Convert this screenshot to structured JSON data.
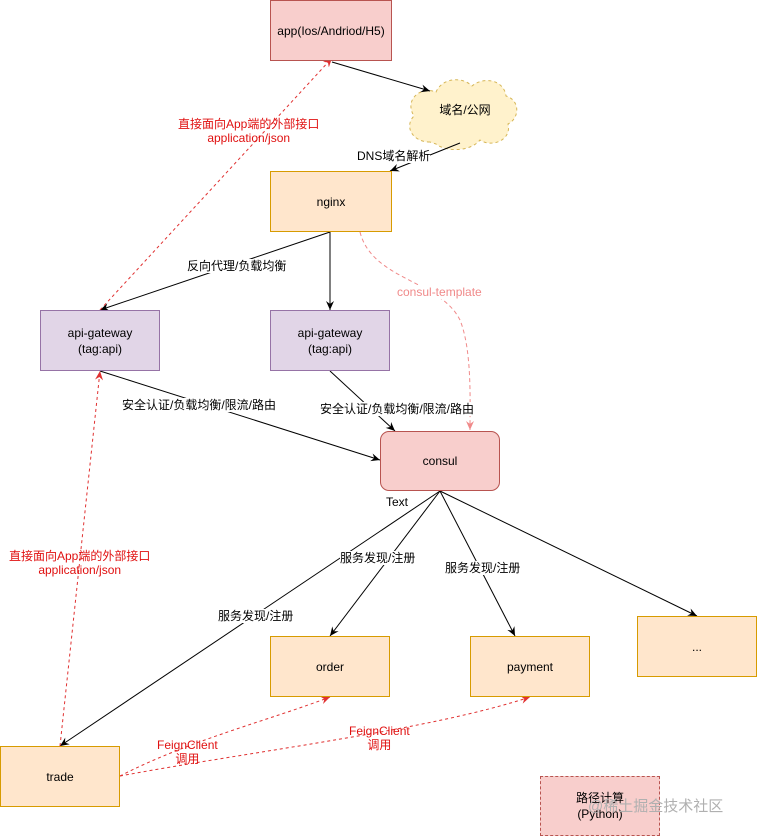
{
  "nodes": {
    "app": "app(Ios/Andriod/H5)",
    "cloud": "域名/公网",
    "nginx": "nginx",
    "gateway1": [
      "api-gateway",
      "(tag:api)"
    ],
    "gateway2": [
      "api-gateway",
      "(tag:api)"
    ],
    "consul": "consul",
    "order": "order",
    "payment": "payment",
    "ellipsis": "...",
    "trade": "trade",
    "route": [
      "路径计算",
      "(Python)"
    ]
  },
  "labels": {
    "dns": "DNS域名解析",
    "reverse_proxy": "反向代理/负载均衡",
    "consul_template": "consul-template",
    "security1": "安全认证/负载均衡/限流/路由",
    "security2": "安全认证/负载均衡/限流/路由",
    "text": "Text",
    "discovery_order": "服务发现/注册",
    "discovery_payment": "服务发现/注册",
    "discovery_trade": "服务发现/注册",
    "app_api_top": [
      "直接面向App端的外部接口",
      "application/json"
    ],
    "app_api_left": [
      "直接面向App端的外部接口",
      "application/json"
    ],
    "feign1": [
      "FeignClient",
      "调用"
    ],
    "feign2": [
      "FeignClient",
      "调用"
    ]
  },
  "watermark": "@稀土掘金技术社区",
  "colors": {
    "pink_fill": "#f8cecc",
    "orange_fill": "#ffe6cc",
    "purple_fill": "#e1d5e7",
    "cloud_fill": "#fff2cc",
    "red_dashed": "#e03030"
  }
}
